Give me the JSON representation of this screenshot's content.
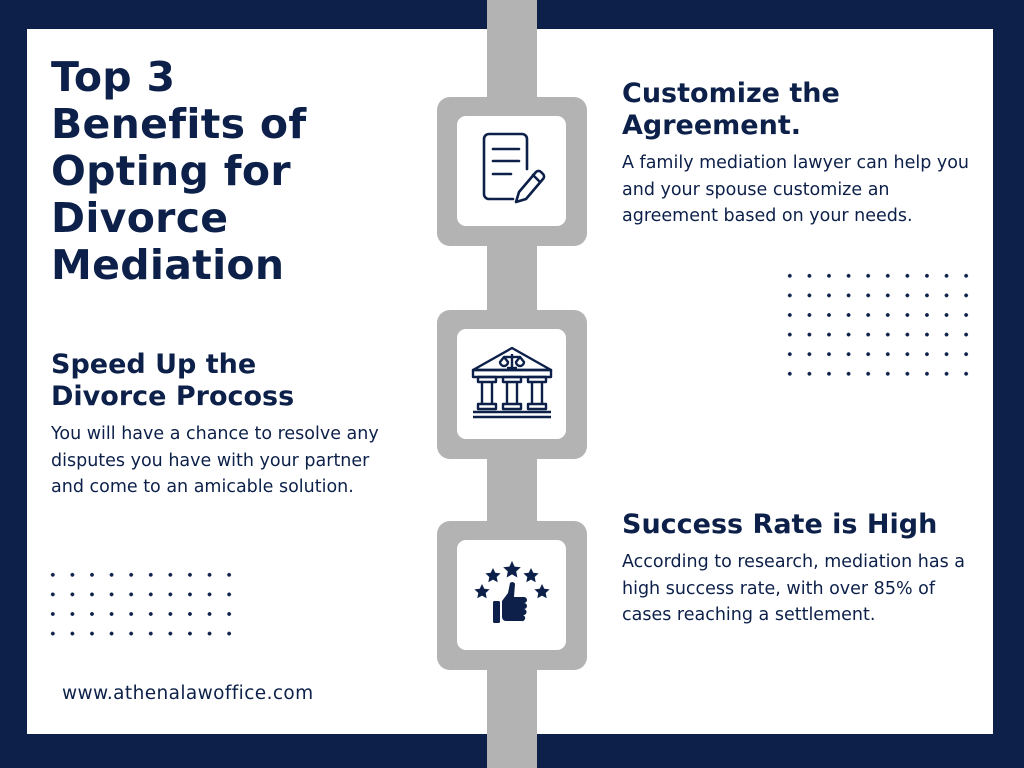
{
  "colors": {
    "navy": "#0c2049",
    "spine_gray": "#b3b3b3",
    "panel_white": "#ffffff"
  },
  "title": {
    "lines": [
      "Top 3",
      "Benefits of",
      "Opting for",
      "Divorce",
      "Mediation"
    ]
  },
  "benefits": [
    {
      "heading_lines": [
        "Customize the",
        "Agreement."
      ],
      "body": "A family mediation lawyer can help you and your spouse customize an agreement based on your needs.",
      "icon": "document-pencil-icon"
    },
    {
      "heading_lines": [
        "Speed Up the",
        "Divorce Procoss"
      ],
      "body": "You will have a chance to resolve any disputes you have with your partner and come to an amicable solution.",
      "icon": "courthouse-scales-icon"
    },
    {
      "heading_lines": [
        "Success Rate is High"
      ],
      "body": "According to research, mediation has a high success rate, with over 85% of cases reaching a settlement.",
      "icon": "thumbs-up-stars-icon"
    }
  ],
  "decor": {
    "right_dots": {
      "cols": 10,
      "rows": 6
    },
    "left_dots": {
      "cols": 10,
      "rows": 4
    }
  },
  "footer": {
    "url": "www.athenalawoffice.com"
  }
}
